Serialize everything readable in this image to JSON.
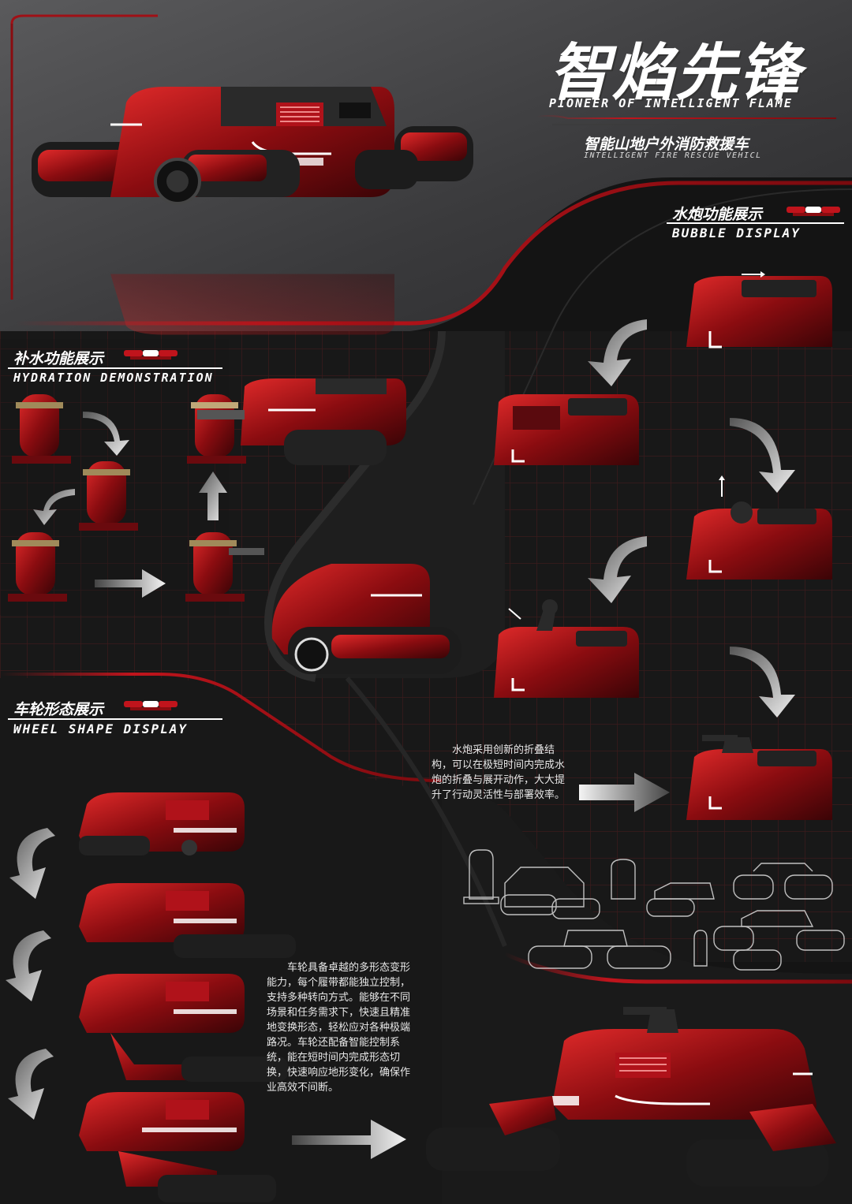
{
  "header": {
    "title_cn": "智焰先锋",
    "title_en": "PIONEER OF INTELLIGENT FLAME",
    "subtitle_cn": "智能山地户外消防救援车",
    "subtitle_en": "INTELLIGENT FIRE RESCUE VEHICL"
  },
  "sections": {
    "bubble": {
      "title_cn": "水炮功能展示",
      "title_en": "BUBBLE DISPLAY"
    },
    "hydration": {
      "title_cn": "补水功能展示",
      "title_en": "HYDRATION DEMONSTRATION"
    },
    "wheel": {
      "title_cn": "车轮形态展示",
      "title_en": "WHEEL SHAPE DISPLAY"
    }
  },
  "descriptions": {
    "bubble_desc": "　　水炮采用创新的折叠结构，可以在极短时间内完成水炮的折叠与展开动作，大大提升了行动灵活性与部署效率。",
    "wheel_desc": "　　车轮具备卓越的多形态变形能力，每个履带都能独立控制，支持多种转向方式。能够在不同场景和任务需求下，快速且精准地变换形态，轻松应对各种极端路况。车轮还配备智能控制系统，能在短时间内完成形态切换，快速响应地形变化，确保作业高效不间断。"
  },
  "colors": {
    "accent_red": "#c0141c",
    "dark_bg": "#141414",
    "panel_gray": "#3a3a3c"
  }
}
